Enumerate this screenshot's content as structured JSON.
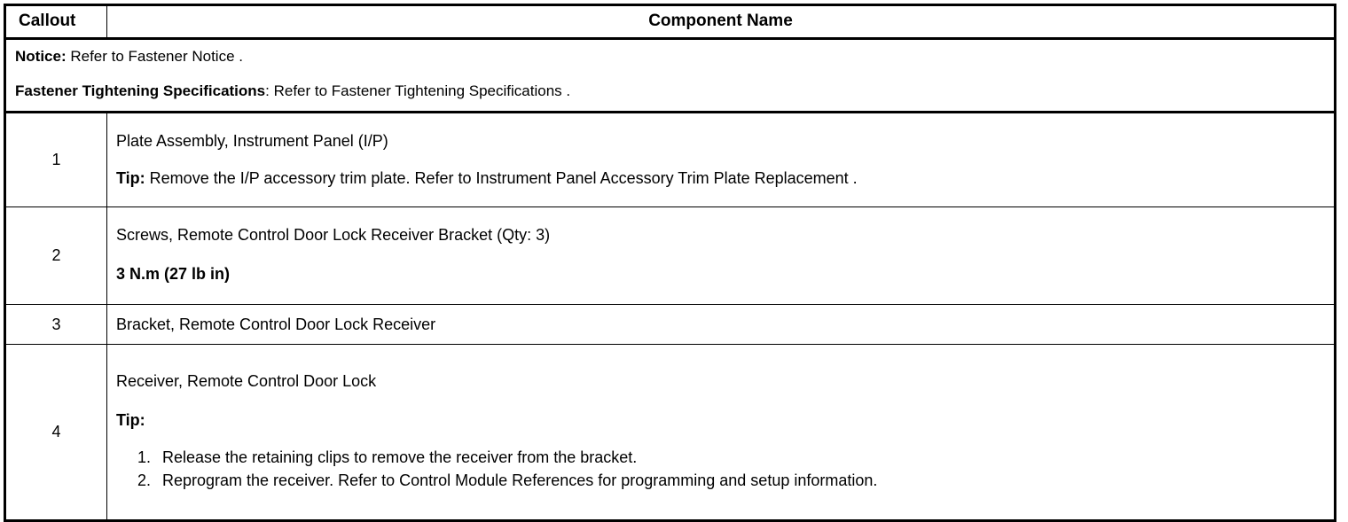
{
  "table": {
    "headers": {
      "callout": "Callout",
      "component_name": "Component Name"
    },
    "notice": {
      "notice_label": "Notice:",
      "notice_text": " Refer to Fastener Notice .",
      "fastener_label": "Fastener Tightening Specifications",
      "fastener_text": ": Refer to Fastener Tightening Specifications ."
    },
    "rows": [
      {
        "callout": "1",
        "primary": "Plate Assembly, Instrument Panel (I/P)",
        "tip_label": "Tip:",
        "tip_text": " Remove the I/P accessory trim plate. Refer to Instrument Panel Accessory Trim Plate Replacement ."
      },
      {
        "callout": "2",
        "primary": "Screws, Remote Control Door Lock Receiver Bracket (Qty: 3)",
        "torque": "3 N.m (27 lb in)"
      },
      {
        "callout": "3",
        "primary": "Bracket, Remote Control Door Lock Receiver"
      },
      {
        "callout": "4",
        "primary": "Receiver, Remote Control Door Lock",
        "tip_heading": "Tip:",
        "steps": [
          "Release the retaining clips to remove the receiver from the bracket.",
          "Reprogram the receiver. Refer to Control Module References for programming and setup information."
        ]
      }
    ]
  },
  "colors": {
    "border": "#000000",
    "text": "#000000",
    "background": "#ffffff"
  }
}
